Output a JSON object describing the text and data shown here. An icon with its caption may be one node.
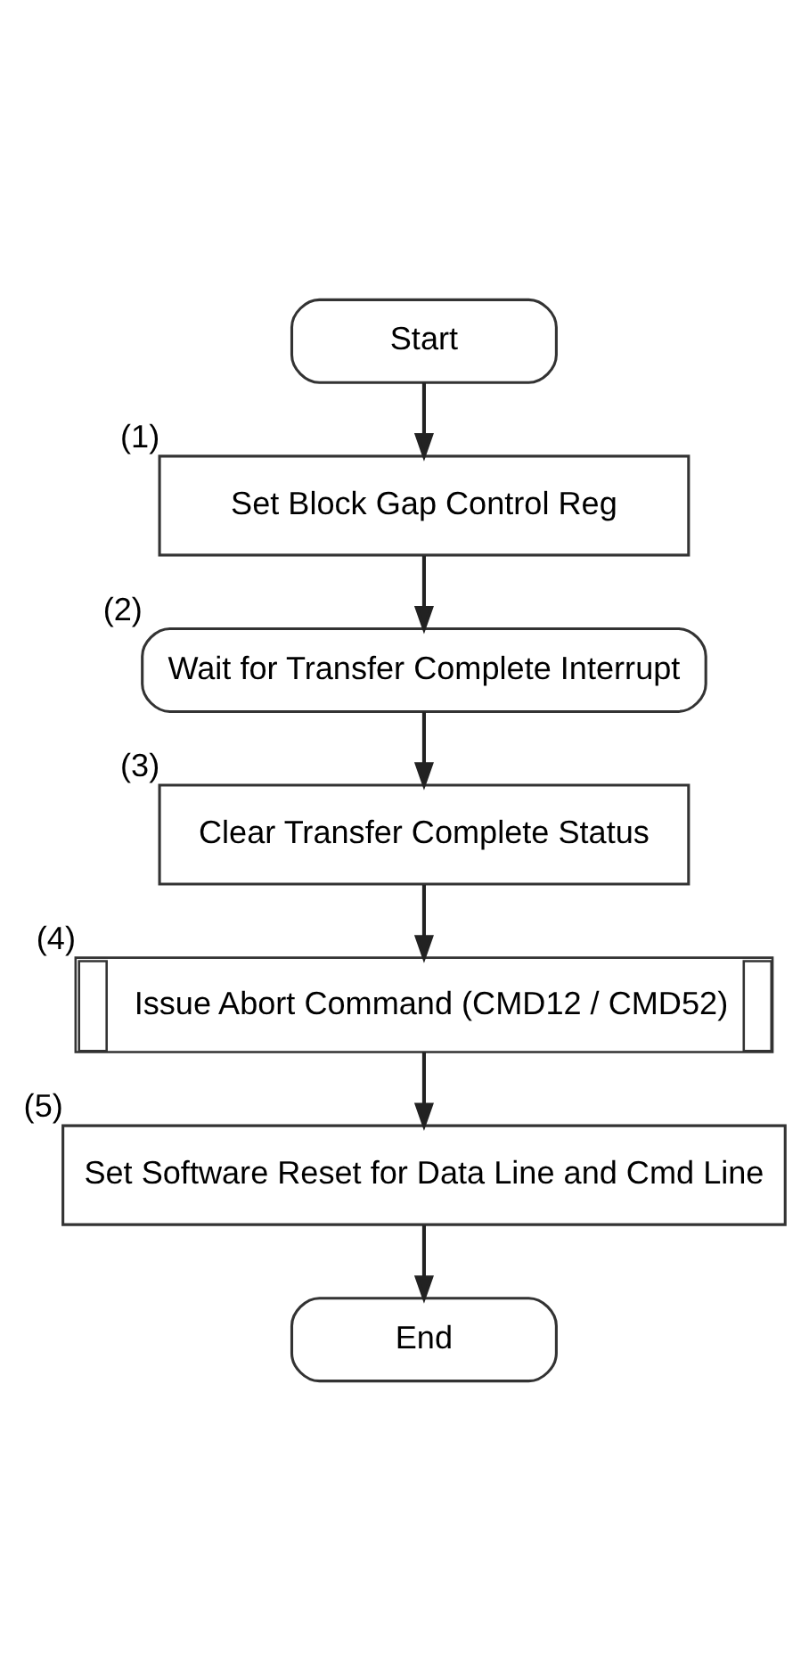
{
  "diagram": {
    "nodes": [
      {
        "text": [
          "Start"
        ]
      },
      {
        "text": [
          "Set Block Gap Control Reg"
        ],
        "beside": [
          "(1)"
        ]
      },
      {
        "text": [
          "Wait for Transfer Complete Interrupt"
        ],
        "beside": [
          "(2)"
        ]
      },
      {
        "text": [
          "Clear Transfer Complete Status"
        ],
        "beside": [
          "(3)"
        ]
      },
      {
        "text": [
          "Issue Abort Command (CMD12 / CMD52)"
        ],
        "beside": [
          "(4)"
        ]
      },
      {
        "text": [
          "Set Software Reset for Data Line and Cmd Line"
        ],
        "beside": [
          "(5)"
        ]
      },
      {
        "text": [
          "End"
        ]
      }
    ],
    "edges": [
      {
        "from": 0,
        "to": 1,
        "arrow": "to"
      },
      {
        "from": 1,
        "to": 2,
        "arrow": "to"
      },
      {
        "from": 2,
        "to": 3,
        "arrow": "to"
      },
      {
        "from": 3,
        "to": 4,
        "arrow": "to"
      },
      {
        "from": 4,
        "to": 5,
        "arrow": "to"
      },
      {
        "from": 5,
        "to": 6,
        "arrow": "to"
      }
    ]
  }
}
